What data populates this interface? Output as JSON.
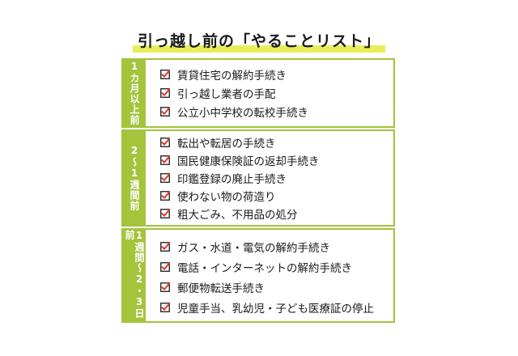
{
  "title": "引っ越し前の「やることリスト」",
  "colors": {
    "accent": "#a3c43b",
    "highlight": "#e8ee5a",
    "check": "#d93a2b"
  },
  "sections": [
    {
      "period": "1カ月以上前",
      "items": [
        "賃貸住宅の解約手続き",
        "引っ越し業者の手配",
        "公立小中学校の転校手続き"
      ]
    },
    {
      "period": "2〜1週間前",
      "items": [
        "転出や転居の手続き",
        "国民健康保険証の返却手続き",
        "印鑑登録の廃止手続き",
        "使わない物の荷造り",
        "粗大ごみ、不用品の処分"
      ]
    },
    {
      "period": "1週間〜2・3日前",
      "items": [
        "ガス・水道・電気の解約手続き",
        "電話・インターネットの解約手続き",
        "郵便物転送手続き",
        "児童手当、乳幼児・子ども医療証の停止"
      ]
    }
  ]
}
